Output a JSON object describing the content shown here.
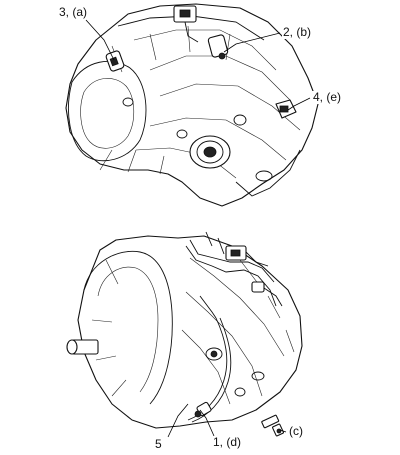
{
  "callouts": {
    "c3a": "3, (a)",
    "c2b": "2, (b)",
    "c4e": "4, (e)",
    "c5": "5",
    "c1d": "1, (d)",
    "cc": "(c)"
  }
}
